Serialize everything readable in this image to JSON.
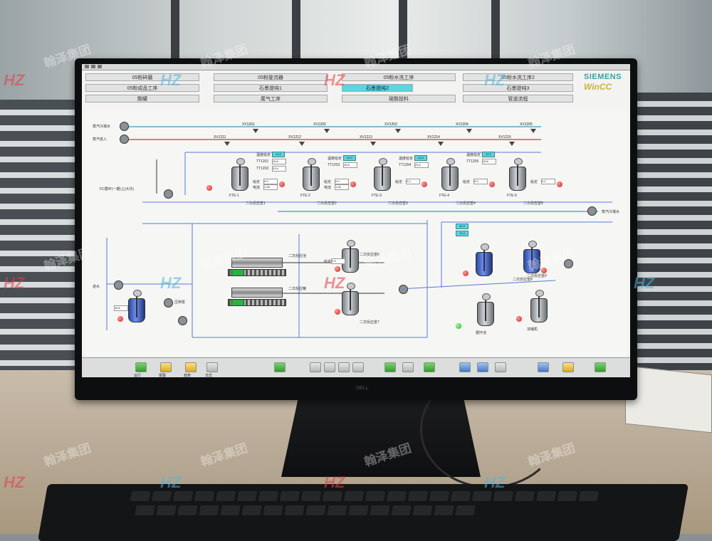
{
  "menu": {
    "rows": [
      [
        "05粉碎磨",
        "05粉旋流器",
        "05粉水洗工序",
        "05粉水洗工序2"
      ],
      [
        "05粉成品工序",
        "石墨提纯1",
        "石墨提纯2",
        "石墨提纯3"
      ],
      [
        "酸罐",
        "尾气工序",
        "硫酸投料",
        "管道流程"
      ]
    ],
    "active": "石墨提纯2"
  },
  "logo": {
    "line1": "SIEMENS",
    "line2": "WinCC"
  },
  "process": {
    "inlets": [
      "蒸汽冷凝水",
      "蒸汽进入",
      "蒸汽冷凝水",
      "FC循环(一期)上(大乐)",
      "进水"
    ],
    "tanks_row1": [
      {
        "id": "R1",
        "name": "二次反应釜1",
        "code": "FTE-1"
      },
      {
        "id": "R2",
        "name": "二次反应釜2",
        "code": "FTE-2"
      },
      {
        "id": "R3",
        "name": "二次反应釜3",
        "code": "FTE-3"
      },
      {
        "id": "R4",
        "name": "二次反应釜4",
        "code": "FTE-4"
      },
      {
        "id": "R5",
        "name": "二次反应釜5",
        "code": "FTE-5"
      }
    ],
    "labels_row1": [
      "温度给定",
      "TT1201",
      "TT1202",
      "温度给定",
      "TT1203",
      "温度给定",
      "TT1204",
      "温度给定",
      "TT1205"
    ],
    "valves_top": [
      "XV1201",
      "XV1202",
      "XV1203",
      "XV1204",
      "XV1205",
      "XV1211",
      "XV1212",
      "XV1213",
      "XV1214",
      "XV1215"
    ],
    "middle_tanks": [
      {
        "name": "二次反应釜6"
      },
      {
        "name": "二次反应釜7"
      },
      {
        "name": "二次反应釜8"
      },
      {
        "name": "二次反应釜9"
      }
    ],
    "equipment": [
      "浓缩机",
      "循环池",
      "压榨泵",
      "二次反应池",
      "二次反应罐"
    ],
    "set_label": "给定",
    "current_label": "电流",
    "sample_values": [
      "42.0",
      "15.6",
      "0.0",
      "23.4",
      "1.25"
    ]
  },
  "toolbar": {
    "labels": [
      "运行",
      "报警",
      "趋势",
      "日志"
    ]
  },
  "environment": {
    "watermark": "翰泽集团",
    "watermark_logo": "HZ",
    "monitor_brand": "DELL"
  }
}
